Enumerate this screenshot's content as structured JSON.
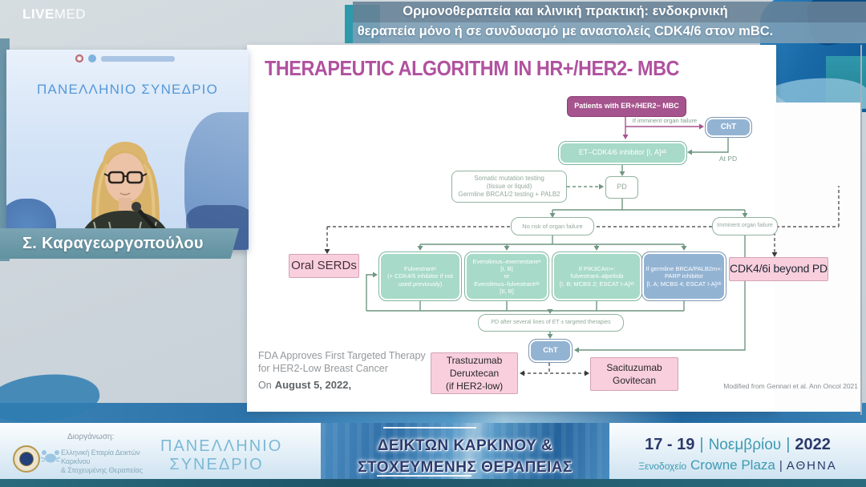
{
  "colors": {
    "accent_magenta": "#b0519f",
    "box_magenta": "#a6548d",
    "box_mint": "#a7dac8",
    "box_blue": "#93b3d3",
    "box_pink": "#f9cfdd",
    "line_green": "#6f9681",
    "navy": "#2b3a6b",
    "teal": "#3d9ab2",
    "footer_blue": "#7cb9d6"
  },
  "header": {
    "brand_live": "LIVE",
    "brand_med": "MED",
    "lecture_title_line1": "Ορμονοθεραπεία και κλινική πρακτική: ενδοκρινική",
    "lecture_title_line2": "θεραπεία μόνο ή σε συνδυασμό με αναστολείς CDK4/6 στον mBC."
  },
  "speaker": {
    "backdrop_text": "ΠΑΝΕΛΛΗΝΙΟ ΣΥΝΕΔΡΙΟ",
    "name": "Σ. Καραγεωργοπούλου"
  },
  "slide": {
    "title": "THERAPEUTIC ALGORITHM IN HR+/HER2- MBC",
    "boxes": {
      "patients": "Patients with ER+/HER2− MBC",
      "cht_top": "ChT",
      "et_cdk": "ET–CDK4/6 inhibitor [I, A]ᵃᵇ",
      "somatic": "Somatic mutation testing\n(tissue or liquid)\nGermline BRCA1/2 testing + PALB2",
      "pd": "PD",
      "no_risk": "No risk of organ failure",
      "imminent": "Imminent organ failure",
      "fulvestrant": "Fulvestrantᵃ\n(+ CDK4/6 inhibitor if not\nused previously)",
      "everolimus": "Everolimus–exemestaneᵃ\n[I, B]\nor\nEverolimus–fulvestrantᵃᵇ\n[II, B]",
      "pik3ca": "If PIK3CAm+:\nfulvestrant–alpelisib\n[I, B; MCBS 2; ESCAT I-A]ᵃᵇ",
      "parp": "If germline BRCA/PALB2m+:\nPARP inhibitor\n[I, A; MCBS 4; ESCAT I-A]ᵃᵇ",
      "pd_after": "PD after several lines of ET ± targeted therapies",
      "cht_bottom": "ChT",
      "oral_serds": "Oral SERDs",
      "cdk_beyond": "CDK4/6i beyond PD",
      "trastuzumab": "Trastuzumab\nDeruxtecan\n(if HER2-low)",
      "sacituzumab": "Sacituzumab\nGovitecan"
    },
    "labels": {
      "if_imminent": "If imminent organ failure",
      "at_pd": "At PD"
    },
    "fda": {
      "line1": "FDA Approves First Targeted Therapy",
      "line2": "for HER2-Low Breast Cancer",
      "line3_prefix": "On",
      "line3_date": "August 5, 2022,"
    },
    "credit": "Modified from Gennari et al. Ann Oncol 2021"
  },
  "footer": {
    "organizer_label": "Διοργάνωση:",
    "organizer_name": "Ελληνική Εταιρία Δεικτών Καρκίνου\n& Στοχευμένης Θεραπείας",
    "conf_line1": "ΠΑΝΕΛΛΗΝΙΟ",
    "conf_line2": "ΣΥΝΕΔΡΙΟ",
    "center_line1": "ΔΕΙΚΤΩΝ ΚΑΡΚΙΝΟΥ &",
    "center_line2": "ΣΤΟΧΕΥΜΕΝΗΣ ΘΕΡΑΠΕΙΑΣ",
    "dates_start": "17 - 19",
    "dates_month": "Νοεμβρίου",
    "dates_year": "2022",
    "sep": "|",
    "venue_prefix": "Ξενοδοχείο",
    "venue_name": "Crowne Plaza",
    "venue_city": "ΑΘΗΝΑ"
  }
}
